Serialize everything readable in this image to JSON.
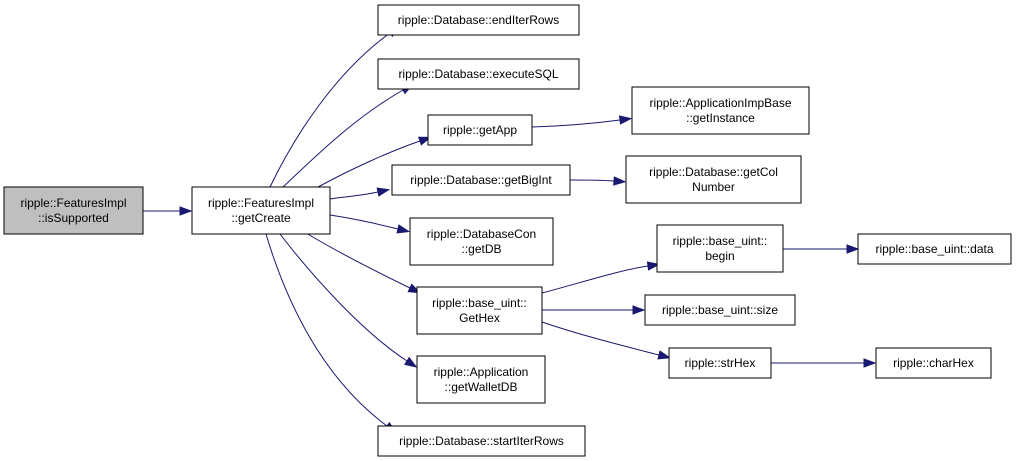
{
  "graph": {
    "colors": {
      "edge": "#191970",
      "root_fill": "#bfbfbf",
      "node_fill": "#ffffff",
      "node_border": "#000000"
    },
    "nodes": {
      "isSupported": [
        "ripple::FeaturesImpl",
        "::isSupported"
      ],
      "getCreate": [
        "ripple::FeaturesImpl",
        "::getCreate"
      ],
      "endIterRows": [
        "ripple::Database::endIterRows"
      ],
      "executeSQL": [
        "ripple::Database::executeSQL"
      ],
      "getApp": [
        "ripple::getApp"
      ],
      "getInstance": [
        "ripple::ApplicationImpBase",
        "::getInstance"
      ],
      "getBigInt": [
        "ripple::Database::getBigInt"
      ],
      "getColNumber": [
        "ripple::Database::getCol",
        "Number"
      ],
      "getDB": [
        "ripple::DatabaseCon",
        "::getDB"
      ],
      "getHex": [
        "ripple::base_uint::",
        "GetHex"
      ],
      "begin": [
        "ripple::base_uint::",
        "begin"
      ],
      "data": [
        "ripple::base_uint::data"
      ],
      "size": [
        "ripple::base_uint::size"
      ],
      "strHex": [
        "ripple::strHex"
      ],
      "charHex": [
        "ripple::charHex"
      ],
      "getWalletDB": [
        "ripple::Application",
        "::getWalletDB"
      ],
      "startIterRows": [
        "ripple::Database::startIterRows"
      ]
    },
    "edges": [
      [
        "isSupported",
        "getCreate"
      ],
      [
        "getCreate",
        "endIterRows"
      ],
      [
        "getCreate",
        "executeSQL"
      ],
      [
        "getCreate",
        "getApp"
      ],
      [
        "getCreate",
        "getBigInt"
      ],
      [
        "getCreate",
        "getDB"
      ],
      [
        "getCreate",
        "getHex"
      ],
      [
        "getCreate",
        "getWalletDB"
      ],
      [
        "getCreate",
        "startIterRows"
      ],
      [
        "getApp",
        "getInstance"
      ],
      [
        "getBigInt",
        "getColNumber"
      ],
      [
        "getHex",
        "begin"
      ],
      [
        "getHex",
        "size"
      ],
      [
        "getHex",
        "strHex"
      ],
      [
        "begin",
        "data"
      ],
      [
        "strHex",
        "charHex"
      ]
    ]
  }
}
